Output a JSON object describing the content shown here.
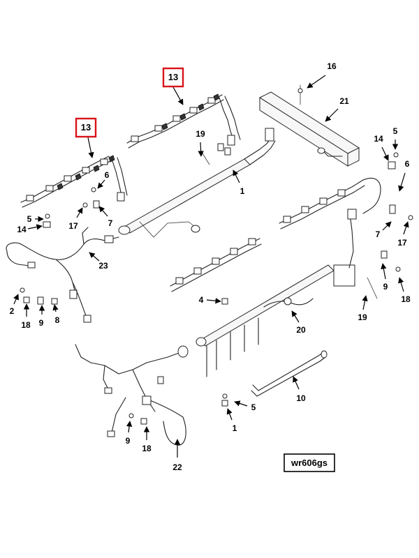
{
  "diagram": {
    "reference_code": "wr606gs",
    "highlight_color": "#d8121a",
    "callouts": [
      {
        "label": "13",
        "boxed": true
      },
      {
        "label": "13",
        "boxed": true
      },
      {
        "label": "16",
        "boxed": false
      },
      {
        "label": "21",
        "boxed": false
      },
      {
        "label": "19",
        "boxed": false
      },
      {
        "label": "14",
        "boxed": false
      },
      {
        "label": "5",
        "boxed": false
      },
      {
        "label": "6",
        "boxed": false
      },
      {
        "label": "1",
        "boxed": false
      },
      {
        "label": "6",
        "boxed": false
      },
      {
        "label": "5",
        "boxed": false
      },
      {
        "label": "14",
        "boxed": false
      },
      {
        "label": "17",
        "boxed": false
      },
      {
        "label": "7",
        "boxed": false
      },
      {
        "label": "7",
        "boxed": false
      },
      {
        "label": "17",
        "boxed": false
      },
      {
        "label": "23",
        "boxed": false
      },
      {
        "label": "9",
        "boxed": false
      },
      {
        "label": "18",
        "boxed": false
      },
      {
        "label": "2",
        "boxed": false
      },
      {
        "label": "18",
        "boxed": false
      },
      {
        "label": "9",
        "boxed": false
      },
      {
        "label": "8",
        "boxed": false
      },
      {
        "label": "4",
        "boxed": false
      },
      {
        "label": "19",
        "boxed": false
      },
      {
        "label": "20",
        "boxed": false
      },
      {
        "label": "10",
        "boxed": false
      },
      {
        "label": "5",
        "boxed": false
      },
      {
        "label": "1",
        "boxed": false
      },
      {
        "label": "9",
        "boxed": false
      },
      {
        "label": "18",
        "boxed": false
      },
      {
        "label": "22",
        "boxed": false
      }
    ]
  }
}
